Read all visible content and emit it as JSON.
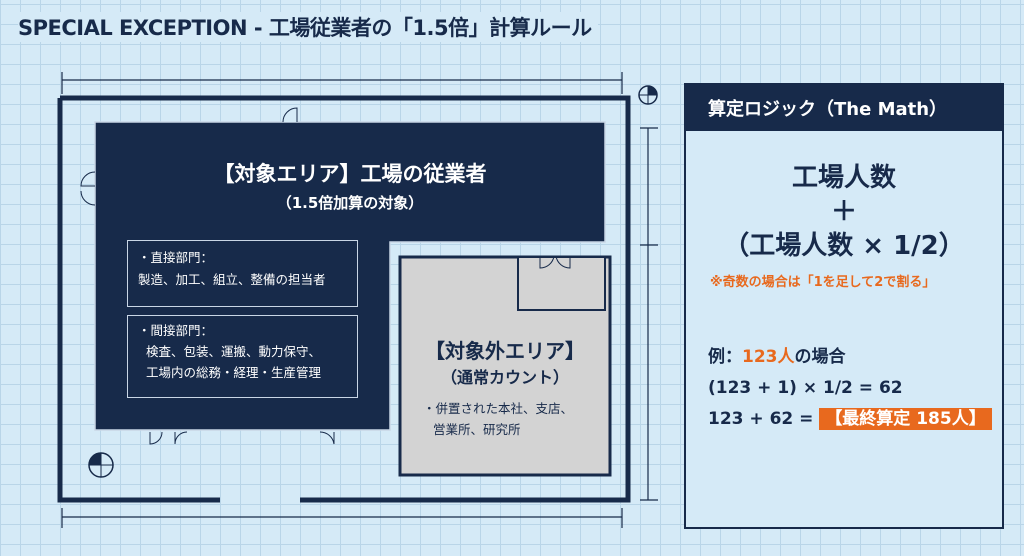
{
  "title": "SPECIAL EXCEPTION - 工場従業者の「1.5倍」計算ルール",
  "target_area": {
    "title": "【対象エリア】工場の従業者",
    "subtitle": "（1.5倍加算の対象）",
    "direct": {
      "label": "・直接部門：",
      "desc": "製造、加工、組立、整備の担当者"
    },
    "indirect": {
      "label": "・間接部門：",
      "desc1": "検査、包装、運搬、動力保守、",
      "desc2": "工場内の総務・経理・生産管理"
    }
  },
  "excluded_area": {
    "title": "【対象外エリア】",
    "subtitle": "（通常カウント）",
    "desc1": "・併置された本社、支店、",
    "desc2": "営業所、研究所"
  },
  "math": {
    "header": "算定ロジック（The Math）",
    "line1": "工場人数",
    "plus": "＋",
    "line2": "（工場人数 × 1/2）",
    "note": "※奇数の場合は「1を足して2で割る」",
    "ex_prefix": "例：",
    "ex_num": "123人",
    "ex_suffix": "の場合",
    "calc1": "(123 + 1) × 1/2 = 62",
    "calc2": "123 + 62 =",
    "result": "【最終算定 185人】"
  },
  "colors": {
    "navy": "#172a4a",
    "orange": "#e8691e",
    "gray": "#d3d3d3"
  }
}
